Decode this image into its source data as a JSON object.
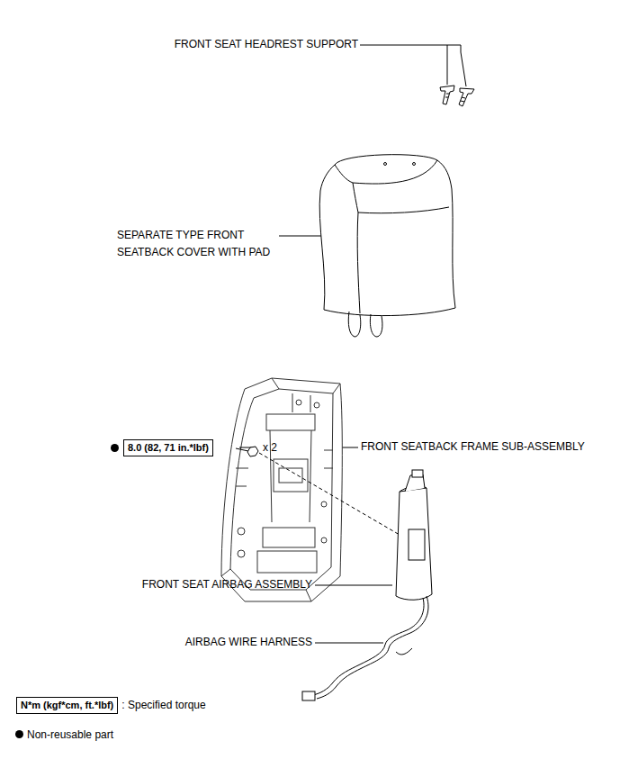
{
  "diagram": {
    "nodes": [
      {
        "text": [
          "8.0 (82, 71 in.*lbf)"
        ]
      },
      {
        "text": [
          "N*m (kgf*cm, ft.*lbf)"
        ]
      }
    ],
    "labels": [
      "FRONT SEAT HEADREST SUPPORT",
      "SEPARATE TYPE FRONT SEATBACK COVER WITH PAD",
      "FRONT SEATBACK FRAME SUB-ASSEMBLY",
      "x 2",
      "FRONT SEAT AIRBAG ASSEMBLY",
      "AIRBAG WIRE HARNESS",
      ": Specified torque"
    ],
    "legend": [
      {
        "text": "Non-reusable part"
      }
    ]
  }
}
